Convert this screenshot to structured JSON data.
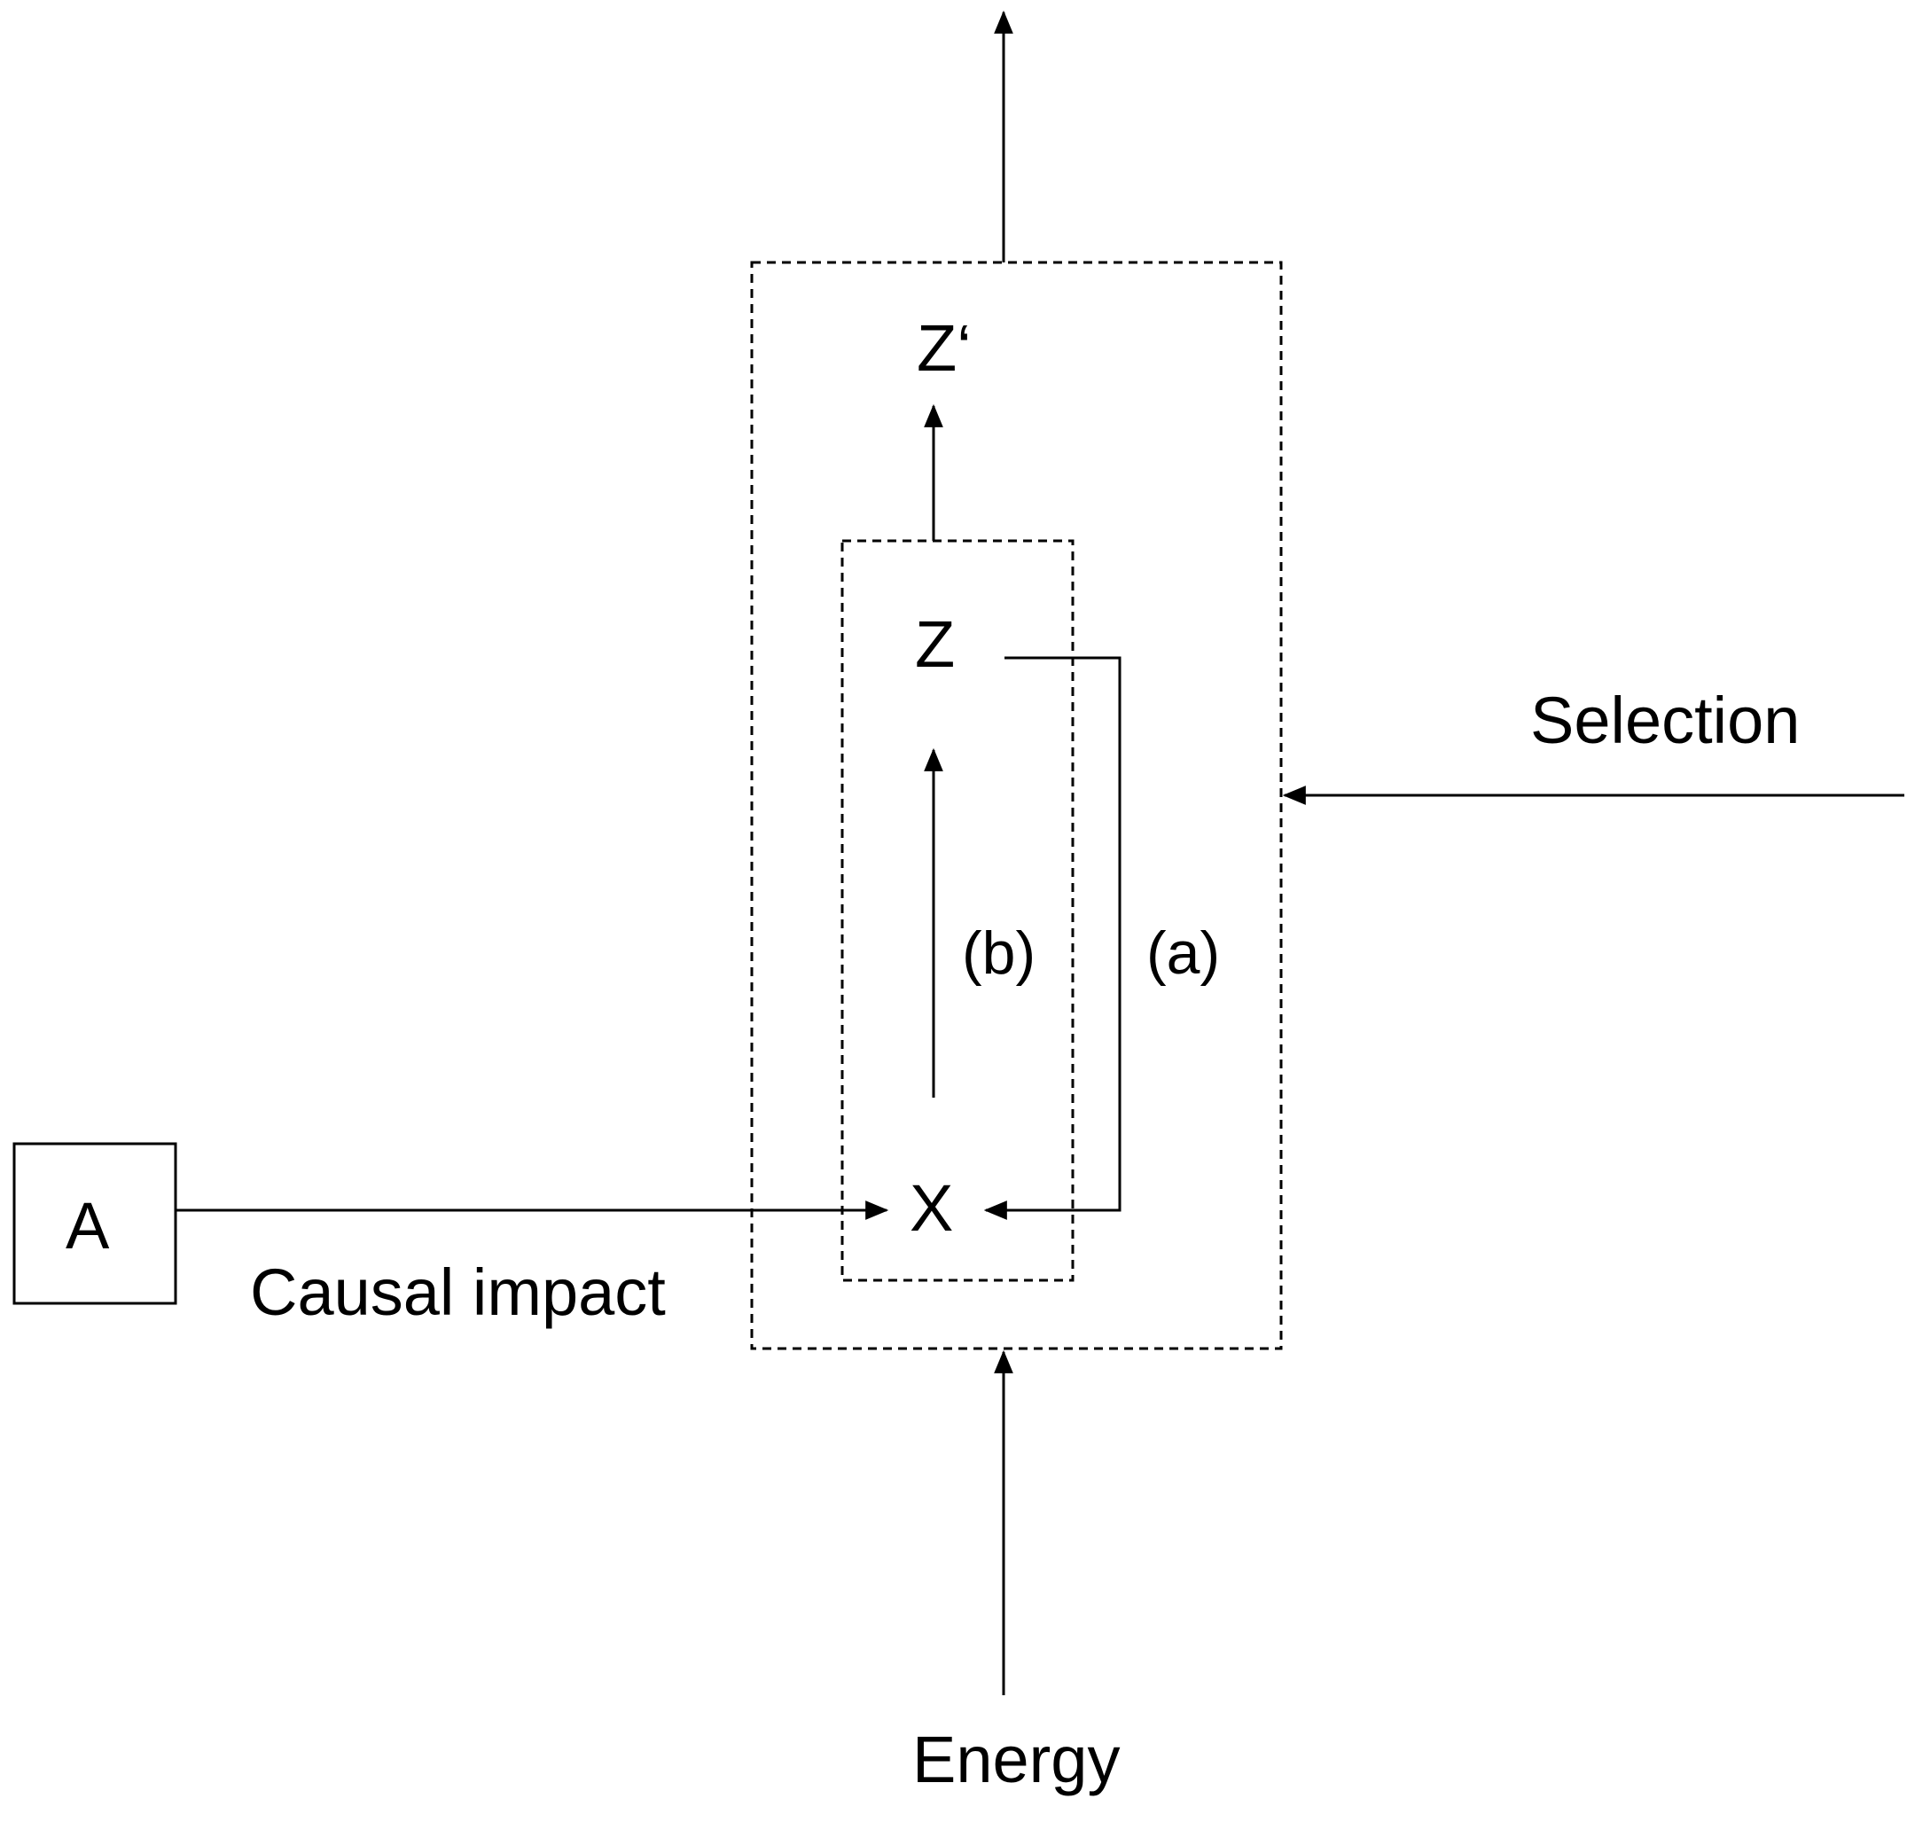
{
  "diagram": {
    "nodes": {
      "a": "A",
      "x": "X",
      "z": "Z",
      "z_prime": "Z‘"
    },
    "labels": {
      "path_a": "(a)",
      "path_b": "(b)",
      "causal_impact": "Causal impact",
      "selection": "Selection",
      "energy": "Energy"
    },
    "colors": {
      "stroke": "#000000",
      "background": "#ffffff"
    }
  }
}
